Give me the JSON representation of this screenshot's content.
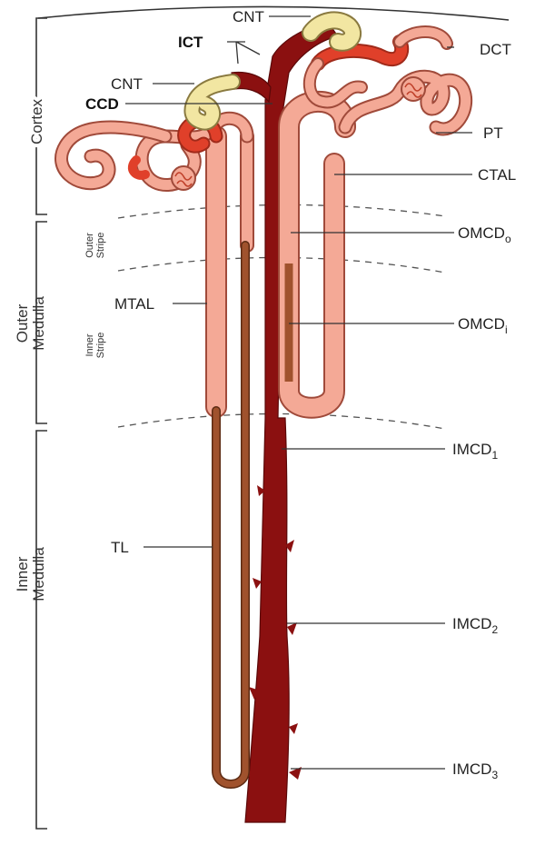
{
  "colors": {
    "collecting_duct": "#8b1010",
    "tubule_light": "#f4a996",
    "tubule_outline": "#a04a3a",
    "thin_limb": "#a0522d",
    "dct_red": "#e0402a",
    "connecting_yellow": "#f2e6a2"
  },
  "zones": {
    "cortex": "Cortex",
    "outer_medulla_1": "Outer",
    "outer_medulla_2": "Medulla",
    "outer_stripe_1": "Outer",
    "outer_stripe_2": "Stripe",
    "inner_stripe_1": "Inner",
    "inner_stripe_2": "Stripe",
    "inner_medulla_1": "Inner",
    "inner_medulla_2": "Medulla"
  },
  "labels": {
    "cnt_top": "CNT",
    "ict": "ICT",
    "cnt_left": "CNT",
    "ccd": "CCD",
    "dct": "DCT",
    "pt": "PT",
    "ctal": "CTAL",
    "omcdo": "OMCD",
    "omcdo_sub": "o",
    "mtal": "MTAL",
    "omcdi": "OMCD",
    "omcdi_sub": "i",
    "imcd1": "IMCD",
    "imcd1_sub": "1",
    "tl": "TL",
    "imcd2": "IMCD",
    "imcd2_sub": "2",
    "imcd3": "IMCD",
    "imcd3_sub": "3"
  }
}
